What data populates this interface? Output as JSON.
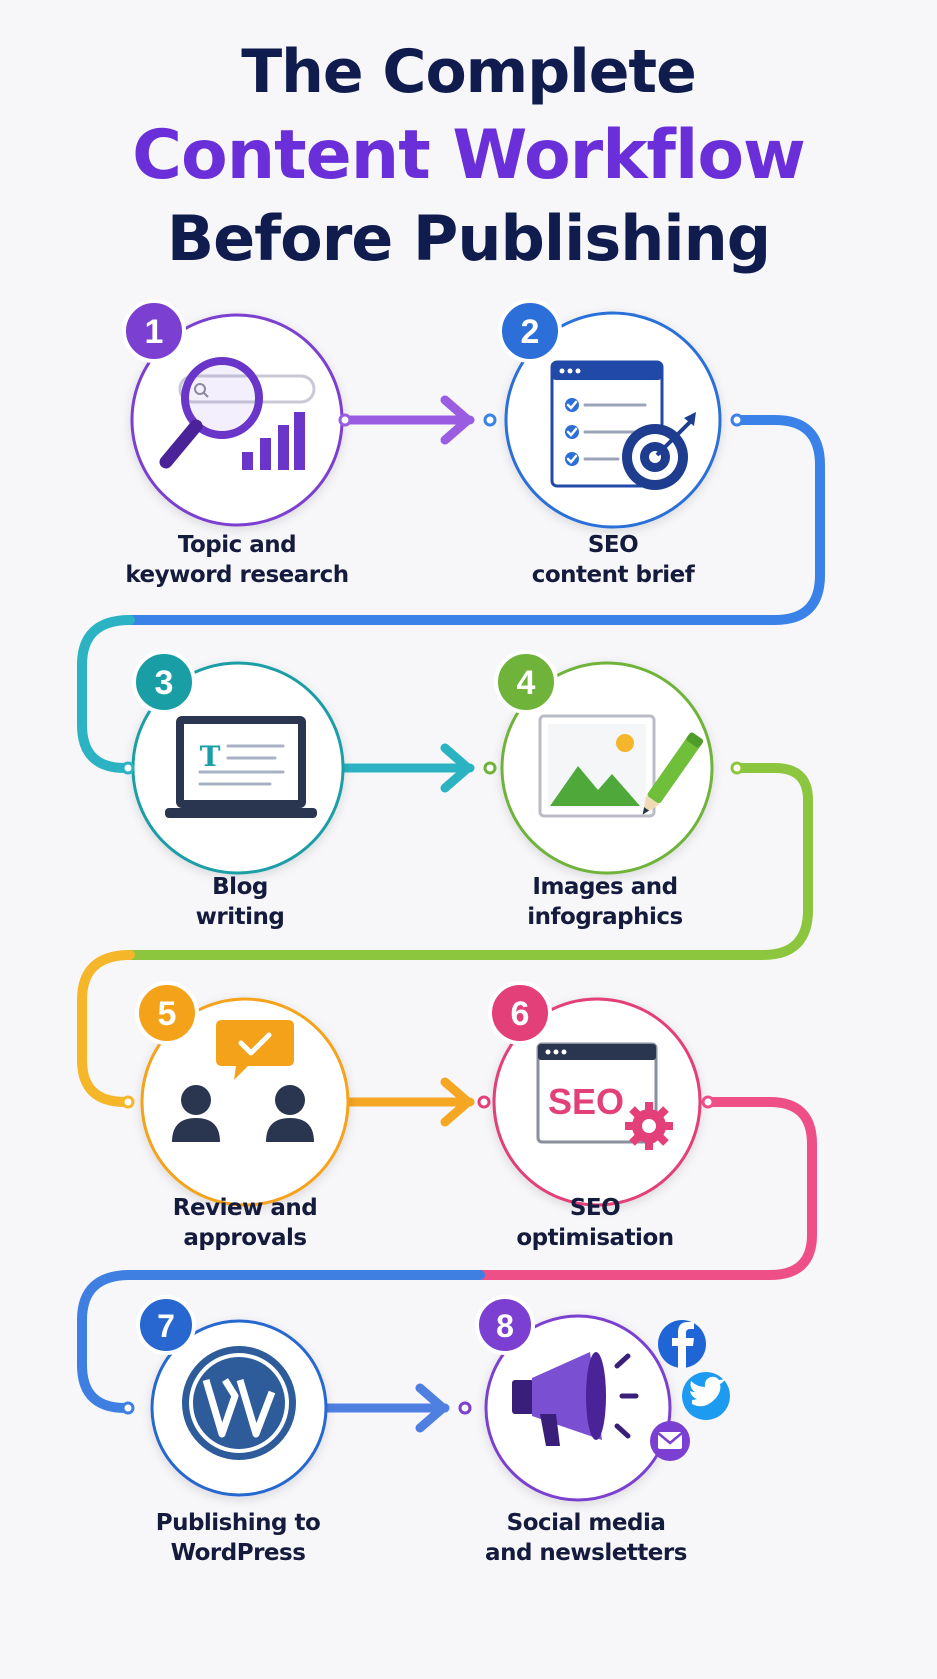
{
  "title": {
    "line1": "The Complete",
    "line2": "Content Workflow",
    "line3": "Before Publishing"
  },
  "colors": {
    "navy": "#0f1c4d",
    "purple": "#6a2fd8",
    "blue": "#2c78e0",
    "teal": "#1fb0b8",
    "green": "#7cbf3a",
    "orange": "#f5a623",
    "pink": "#e8437c"
  },
  "steps": [
    {
      "number": "1",
      "line1": "Topic and",
      "line2": "keyword research",
      "icon": "magnifier-chart-icon",
      "color": "#7b3fd1"
    },
    {
      "number": "2",
      "line1": "SEO",
      "line2": "content brief",
      "icon": "checklist-target-icon",
      "color": "#2c6fd9"
    },
    {
      "number": "3",
      "line1": "Blog",
      "line2": "writing",
      "icon": "laptop-text-icon",
      "color": "#1a9ea6"
    },
    {
      "number": "4",
      "line1": "Images and",
      "line2": "infographics",
      "icon": "image-pencil-icon",
      "color": "#6fb33a"
    },
    {
      "number": "5",
      "line1": "Review and",
      "line2": "approvals",
      "icon": "people-approval-icon",
      "color": "#f5a21b"
    },
    {
      "number": "6",
      "line1": "SEO",
      "line2": "optimisation",
      "icon": "seo-gear-icon",
      "color": "#e33f78"
    },
    {
      "number": "7",
      "line1": "Publishing to",
      "line2": "WordPress",
      "icon": "wordpress-icon",
      "color": "#2767cf"
    },
    {
      "number": "8",
      "line1": "Social media",
      "line2": "and newsletters",
      "icon": "megaphone-social-icon",
      "color": "#7b3fd1"
    }
  ],
  "seo_word": "SEO",
  "laptop_letter": "T"
}
